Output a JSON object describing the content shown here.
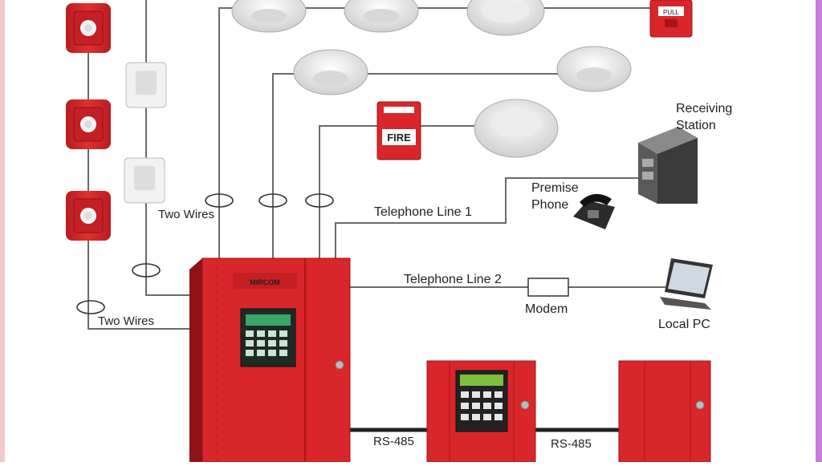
{
  "labels": {
    "receiving_station": [
      "Receiving",
      "Station"
    ],
    "premise_phone": [
      "Premise",
      "Phone"
    ],
    "telephone_line_1": "Telephone Line 1",
    "telephone_line_2": "Telephone Line 2",
    "modem": "Modem",
    "local_pc": "Local PC",
    "two_wires_upper": "Two Wires",
    "two_wires_lower": "Two Wires",
    "rs485_left": "RS-485",
    "rs485_right": "RS-485"
  },
  "devices": {
    "pull_station_small": "FIRE",
    "pull_station_top": "PULL",
    "panel_brand": "MIRCOM"
  },
  "colors": {
    "panel_red": "#d9262b",
    "panel_dark": "#a8151a",
    "keypad_green": "#2f8d57",
    "wire": "#6a6a6a",
    "detector": "#eeeeee"
  }
}
